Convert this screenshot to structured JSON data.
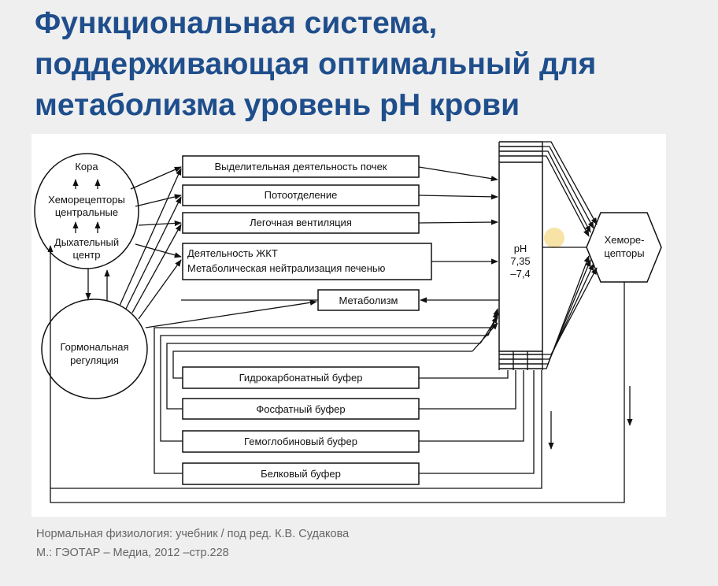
{
  "title": {
    "line1": "Функциональная система,",
    "line2": "поддерживающая оптимальный для",
    "line3": "метаболизма уровень pH крови"
  },
  "diagram": {
    "brain": {
      "kora": "Кора",
      "chemo_central_1": "Хеморецепторы",
      "chemo_central_2": "центральные",
      "resp_center_1": "Дыхательный",
      "resp_center_2": "центр"
    },
    "hormonal": {
      "line1": "Гормональная",
      "line2": "регуляция"
    },
    "effectors": {
      "kidney": "Выделительная деятельность почек",
      "sweat": "Потоотделение",
      "lung": "Легочная вентиляция",
      "gi_1": "Деятельность ЖКТ",
      "gi_2": "Метаболическая нейтрализация печенью",
      "metabolism": "Метаболизм"
    },
    "buffers": {
      "bicarbonate": "Гидрокарбонатный буфер",
      "phosphate": "Фосфатный буфер",
      "hemoglobin": "Гемоглобиновый буфер",
      "protein": "Белковый буфер"
    },
    "ph": {
      "label": "pH",
      "value_1": "7,35",
      "value_2": "–7,4"
    },
    "receptors": {
      "line1": "Хеморе-",
      "line2": "цепторы"
    }
  },
  "caption": {
    "line1": "Нормальная физиология: учебник / под ред. К.В. Судакова",
    "line2": "М.: ГЭОТАР – Медиа, 2012 –стр.228"
  },
  "colors": {
    "title": "#1f4e8c",
    "caption": "#666666",
    "highlight": "#f5d98a"
  }
}
